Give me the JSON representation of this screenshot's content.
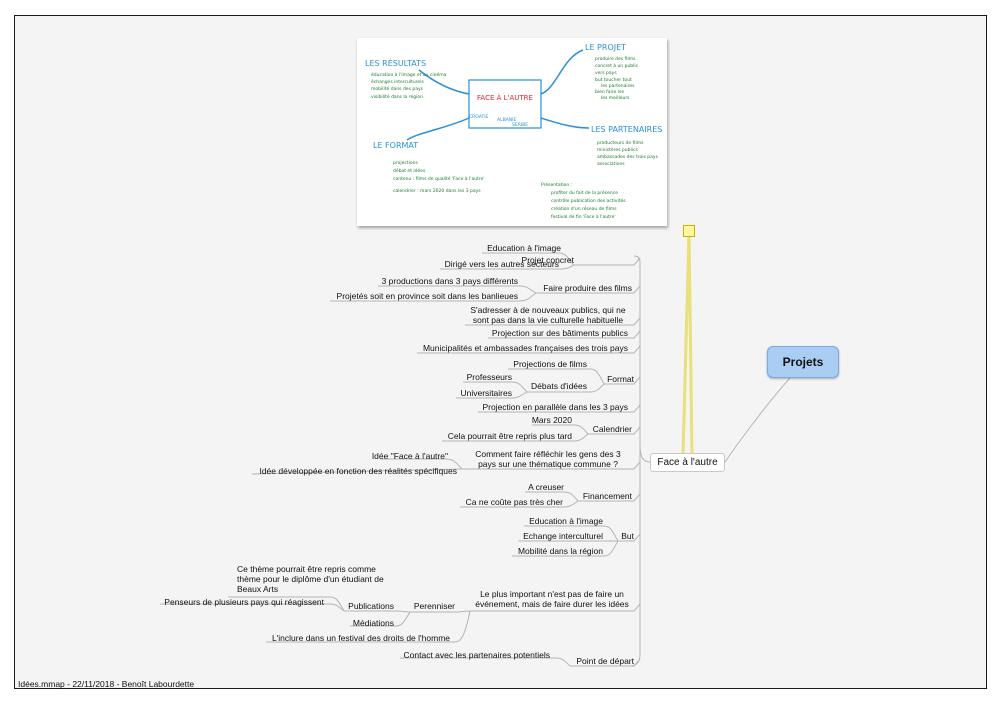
{
  "footer": "Idées.mmap - 22/11/2018 - Benoît Labourdette",
  "root_title": "Projets",
  "central_title": "Face à l'autre",
  "sketch": {
    "center_title": "FACE À L'AUTRE",
    "center_words": [
      "CROATIE",
      "ALBANIE",
      "SERBIE"
    ],
    "resultats": "LES RÉSULTATS",
    "projet": "LE PROJET",
    "format": "LE FORMAT",
    "partenaires": "LES PARTENAIRES",
    "resultats_items": [
      "éducation à l'image et au cinéma",
      "échanges interculturels",
      "mobilité dans des pays",
      "visibilité dans la région"
    ],
    "projet_items": [
      "produire des films",
      "concret à un public",
      "vers pays",
      "but toucher tout",
      "les partenaires",
      "bien faire les",
      "les meilleurs"
    ],
    "format_items": [
      "projections",
      "débat et idées",
      "contenu : films de qualité 'Face à l'autre'",
      "calendrier : mars 2020 dans les 3 pays"
    ],
    "partenaires_items": [
      "producteurs de films",
      "ministères publics",
      "ambassades des trois pays",
      "associations"
    ],
    "presentation_title": "Présentation :",
    "presentation_items": [
      "profiter du fait de la présence",
      "contrôle publication des activités",
      "création d'un réseau de films",
      "festival de fin 'Face à l'autre'"
    ]
  },
  "nodes": {
    "projet_concret": "Projet concret",
    "education_image_1": "Education à l'image",
    "dirige_secteurs": "Dirigé vers les autres secteurs",
    "faire_produire": "Faire produire des films",
    "trois_productions": "3 productions dans 3 pays différents",
    "projetes_province": "Projetés soit en province soit dans les banlieues",
    "sadresser_1": "S'adresser à de nouveaux publics, qui ne",
    "sadresser_2": "sont pas dans la vie culturelle habituelle",
    "projection_batiments": "Projection sur des bâtiments publics",
    "municipalites": "Municipalités et ambassades françaises des trois pays",
    "format": "Format",
    "projections_films": "Projections de films",
    "debats_idees": "Débats d'idées",
    "professeurs": "Professeurs",
    "universitaires": "Universitaires",
    "projection_parallele": "Projection en parallèle dans les 3 pays",
    "calendrier": "Calendrier",
    "mars_2020": "Mars 2020",
    "repris_tard": "Cela pourrait être repris plus tard",
    "comment_1": "Comment faire réfléchir les gens des 3",
    "comment_2": "pays sur une thématique commune ?",
    "idee_face": "Idée \"Face à l'autre\"",
    "idee_developpee": "Idée développée en fonction des réalités spécifiques",
    "financement": "Financement",
    "a_creuser": "A creuser",
    "ne_coute": "Ca ne coûte pas très cher",
    "but": "But",
    "education_image_2": "Education à l'image",
    "echange": "Echange interculturel",
    "mobilite": "Mobilité dans la région",
    "plus_important_1": "Le plus important n'est pas de faire un",
    "plus_important_2": "événement, mais de faire durer les idées",
    "perenniser": "Perenniser",
    "theme_1": "Ce thème pourrait être repris comme",
    "theme_2": "thème pour le diplôme d'un étudiant de",
    "theme_3": "Beaux Arts",
    "publications": "Publications",
    "penseurs": "Penseurs de plusieurs pays qui réagissent",
    "mediations": "Médiations",
    "festival": "L'inclure dans un festival des droits de l'homme",
    "point_depart": "Point de départ",
    "contact": "Contact avec les partenaires potentiels"
  },
  "colors": {
    "background": "#f4f4f4",
    "root_fill": "#a9cdf3",
    "link": "#b4b4b4",
    "yellow_link": "#e8e07a",
    "sketch_blue": "#2a8fd8",
    "sketch_red": "#d8262e",
    "sketch_green": "#1a7a2a"
  }
}
